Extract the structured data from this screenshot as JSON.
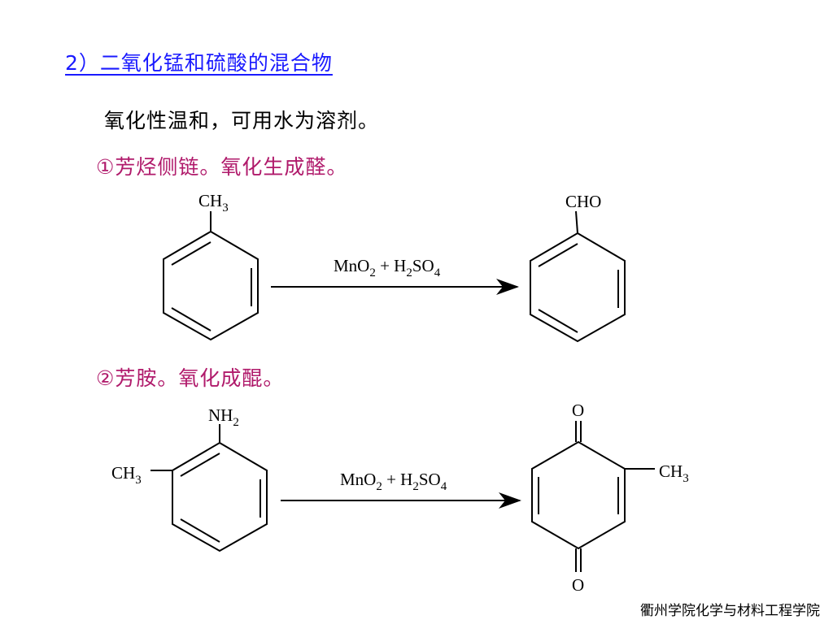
{
  "heading": "2）二氧化锰和硫酸的混合物",
  "intro": "氧化性温和，可用水为溶剂。",
  "section1": "①芳烃侧链。氧化生成醛。",
  "section2": "②芳胺。氧化成醌。",
  "reaction1": {
    "reactant_group": {
      "main": "CH",
      "sub": "3"
    },
    "product_group": "CHO",
    "reagent": {
      "p1": "MnO",
      "s1": "2",
      "p2": " + H",
      "s2": "2",
      "p3": "SO",
      "s3": "4"
    }
  },
  "reaction2": {
    "amine_group": {
      "main": "NH",
      "sub": "2"
    },
    "methyl_left": {
      "main": "CH",
      "sub": "3"
    },
    "oxygen_top": "O",
    "oxygen_bottom": "O",
    "methyl_right": {
      "main": "CH",
      "sub": "3"
    },
    "reagent": {
      "p1": "MnO",
      "s1": "2",
      "p2": " + H",
      "s2": "2",
      "p3": "SO",
      "s3": "4"
    }
  },
  "footer": "衢州学院化学与材料工程学院",
  "colors": {
    "heading": "#1a1aff",
    "subheading": "#b01a6b",
    "text": "#000000"
  }
}
